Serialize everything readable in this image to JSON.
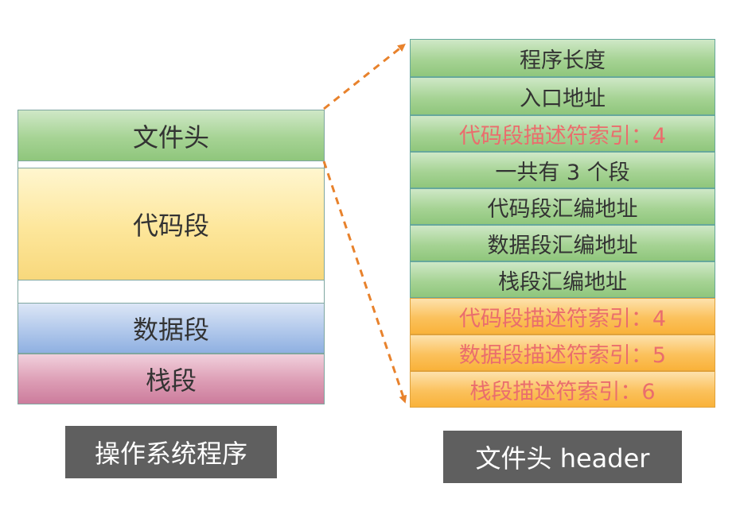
{
  "program": {
    "segments": [
      {
        "id": "file-header",
        "label": "文件头",
        "color": "green"
      },
      {
        "id": "code-segment",
        "label": "代码段",
        "color": "yellow"
      },
      {
        "id": "data-segment",
        "label": "数据段",
        "color": "blue"
      },
      {
        "id": "stack-segment",
        "label": "栈段",
        "color": "pink"
      }
    ],
    "caption": "操作系统程序"
  },
  "header": {
    "fields": [
      {
        "label": "程序长度",
        "highlight": false,
        "color": "green"
      },
      {
        "label": "入口地址",
        "highlight": false,
        "color": "green"
      },
      {
        "label": "代码段描述符索引：4",
        "highlight": true,
        "color": "green"
      },
      {
        "label": "一共有 3 个段",
        "highlight": false,
        "color": "green"
      },
      {
        "label": "代码段汇编地址",
        "highlight": false,
        "color": "green"
      },
      {
        "label": "数据段汇编地址",
        "highlight": false,
        "color": "green"
      },
      {
        "label": "栈段汇编地址",
        "highlight": false,
        "color": "green"
      },
      {
        "label": "代码段描述符索引：4",
        "highlight": true,
        "color": "orange"
      },
      {
        "label": "数据段描述符索引：5",
        "highlight": true,
        "color": "orange"
      },
      {
        "label": "栈段描述符索引：6",
        "highlight": true,
        "color": "orange"
      }
    ],
    "caption": "文件头 header"
  },
  "colors": {
    "arrow": "#e8822c",
    "highlight_text": "#ea6d6d",
    "caption_bg": "#5f5f5f"
  }
}
